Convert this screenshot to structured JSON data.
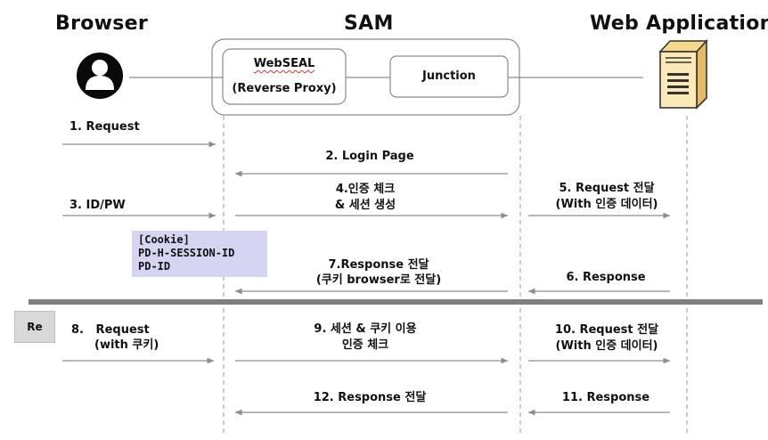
{
  "headers": {
    "browser": "Browser",
    "sam": "SAM",
    "webapp": "Web Application"
  },
  "sam_box": {
    "webseal_name": "WebSEAL",
    "webseal_role": "(Reverse Proxy)",
    "junction": "Junction"
  },
  "icons": {
    "user": "user-avatar-icon",
    "server": "server-icon"
  },
  "steps": {
    "s1": "1. Request",
    "s2": "2. Login Page",
    "s3": "3. ID/PW",
    "s4_line1": "4.인증 체크",
    "s4_line2": "& 세션 생성",
    "s5_line1": "5. Request 전달",
    "s5_line2": "(With 인증 데이터)",
    "s6": "6. Response",
    "s7_line1": "7.Response 전달",
    "s7_line2": "(쿠키 browser로 전달)",
    "s8_line1": "8.   Request",
    "s8_line2": "(with 쿠키)",
    "s9_line1": "9. 세션 & 쿠키 이용",
    "s9_line2": "인증 체크",
    "s10_line1": "10. Request 전달",
    "s10_line2": "(With 인증 데이터)",
    "s11": "11. Response",
    "s12": "12. Response 전달"
  },
  "cookie_note": {
    "line1": "[Cookie]",
    "line2": "PD-H-SESSION-ID",
    "line3": "PD-ID"
  },
  "re_tag": "Re",
  "colors": {
    "arrow": "#8c8c8c",
    "divider": "#7f7f7f",
    "cookie_bg": "#d5d5f2",
    "re_bg": "#d9d9d9"
  }
}
